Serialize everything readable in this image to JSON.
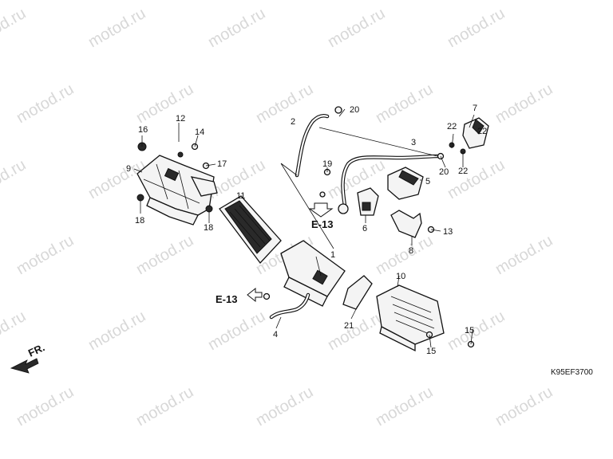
{
  "watermark": "motod.ru",
  "diagram_code": "K95EF3700",
  "direction_label": "FR.",
  "section_refs": [
    "E-13",
    "E-13"
  ],
  "callouts": [
    "1",
    "2",
    "3",
    "4",
    "5",
    "6",
    "7",
    "8",
    "9",
    "10",
    "11",
    "12",
    "13",
    "14",
    "15",
    "15",
    "16",
    "17",
    "18",
    "18",
    "19",
    "20",
    "20",
    "21",
    "22",
    "22",
    "22"
  ]
}
